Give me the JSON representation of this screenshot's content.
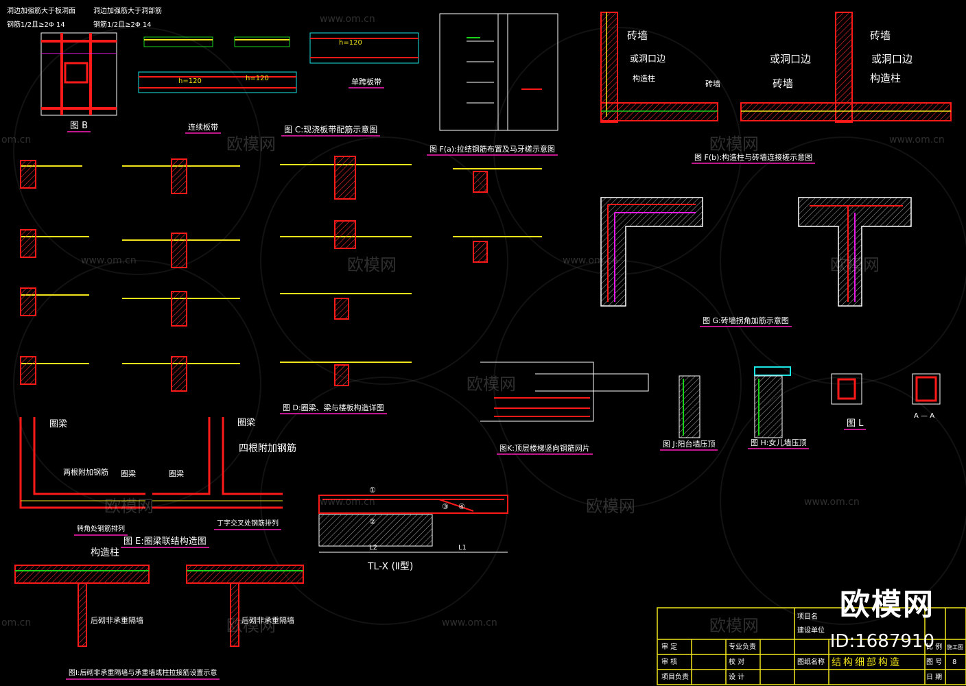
{
  "watermark": {
    "site": "www.om.cn",
    "site_short": "om.cn",
    "site_corner": "www.om.cn",
    "brand": "欧模网"
  },
  "captions": {
    "fig_b": "图 B",
    "lianxu": "连续板带",
    "danjian": "单跨板带",
    "fig_c": "图 C:现浇板带配筋示意图",
    "fig_fa": "图 F(a):拉结钢筋布置及马牙槎示意图",
    "fig_fb": "图 F(b):构造柱与砖墙连接槎示意图",
    "fig_g": "图 G:砖墙拐角加筋示意图",
    "fig_d": "图 D:圈梁、梁与楼板构造详图",
    "fig_k": "图K:顶层楼梯竖向钢筋网片",
    "fig_j": "图 J:阳台墙压顶",
    "fig_h": "图 H:女儿墙压顶",
    "fig_l": "图 L",
    "section_aa": "A — A",
    "fig_e": "图 E:圈梁联结构造图",
    "corner_detail": "转角处钢筋排列",
    "t_detail": "丁字交叉处钢筋排列",
    "tl_x": "TL-X (Ⅱ型)",
    "fig_i": "图I:后砌非承重隔墙与承重墙或柱拉接筋设置示意"
  },
  "labels": {
    "hole_note1": "洞边加强筋大于板洞面",
    "hole_note2": "洞边加强筋大于洞部筋",
    "hole_spec1": "钢筋1/2且≥2Φ 14",
    "hole_spec2": "钢筋1/2且≥2Φ 14",
    "brick_wall_1": "砖墙",
    "brick_wall_2": "砖墙",
    "brick_wall_3": "砖墙",
    "or_edge_1": "或洞口边",
    "or_edge_2": "或洞口边",
    "gzz_1": "构造柱",
    "gzz_2": "构造柱",
    "gzz_3": "构造柱",
    "brick_small": "砖墙",
    "ql_1": "圈梁",
    "ql_2": "圈梁",
    "ql_3": "圈梁",
    "ql_4": "圈梁",
    "two_bars": "两根附加钢筋",
    "four_bars": "四根附加钢筋",
    "partition_1": "后砌非承重隔墙",
    "partition_2": "后砌非承重隔墙",
    "h120_a": "h=120",
    "h120_b": "h=120",
    "h120_c": "h=120",
    "grid_1": "①",
    "grid_2": "②",
    "grid_3": "③",
    "grid_4": "④",
    "l1": "L1",
    "l2": "L2"
  },
  "title_block": {
    "project_name": "项目名",
    "build_unit": "建设单位",
    "approve": "审 定",
    "review": "审 核",
    "project_lead": "项目负责",
    "discipline_lead": "专业负责",
    "check": "校 对",
    "design": "设 计",
    "drawing_name_label": "图纸名称",
    "drawing_name": "结构细部构造",
    "scale": "比 例",
    "drawing_no": "图 号",
    "date": "日 期",
    "stage": "施工图",
    "sheet": "8"
  },
  "branding": {
    "logo": "欧模网",
    "id": "ID:1687910"
  },
  "colors": {
    "rebar": "#ff1a1a",
    "concrete": "#ff3333",
    "dim": "#ffffff",
    "accent_green": "#19d219",
    "accent_yellow": "#f2e61a",
    "accent_cyan": "#1ae6e6",
    "accent_magenta": "#e61ae6",
    "caption_underline": "#c0178f"
  }
}
